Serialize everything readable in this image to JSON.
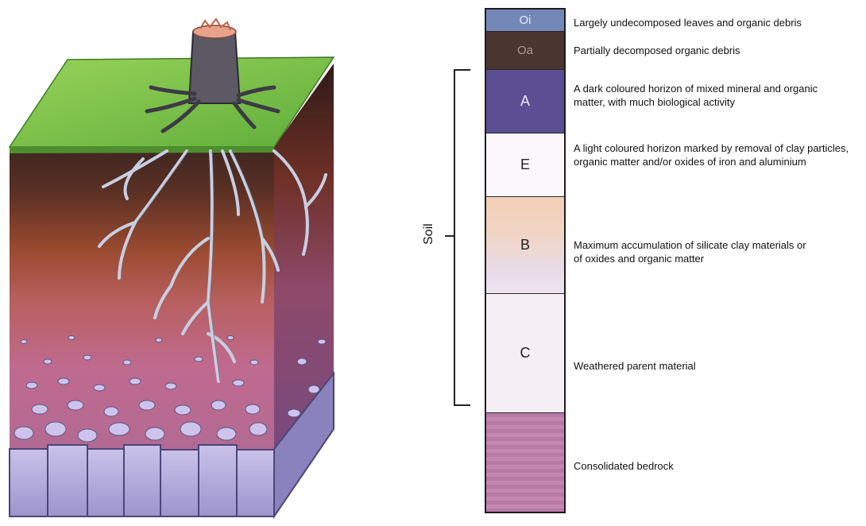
{
  "horizons": [
    {
      "label": "Oi",
      "description": "Largely undecomposed leaves and organic debris"
    },
    {
      "label": "Oa",
      "description": "Partially decomposed organic debris"
    },
    {
      "label": "A",
      "description": "A dark coloured horizon of mixed mineral and organic matter, with much biological activity"
    },
    {
      "label": "E",
      "description": "A light coloured horizon marked by removal of clay particles, organic matter and/or oxides of iron and aluminium"
    },
    {
      "label": "B",
      "description": "Maximum accumulation of silicate clay materials or of oxides and organic matter"
    },
    {
      "label": "C",
      "description": "Weathered parent material"
    },
    {
      "label": "",
      "description": "Consolidated bedrock"
    }
  ],
  "soil_bracket_label": "Soil",
  "colors": {
    "grass": "#7cc24a",
    "oi": "#7488b8",
    "oa": "#4b3530",
    "a": "#5c4e92",
    "bedrock": "#b77aa6"
  }
}
